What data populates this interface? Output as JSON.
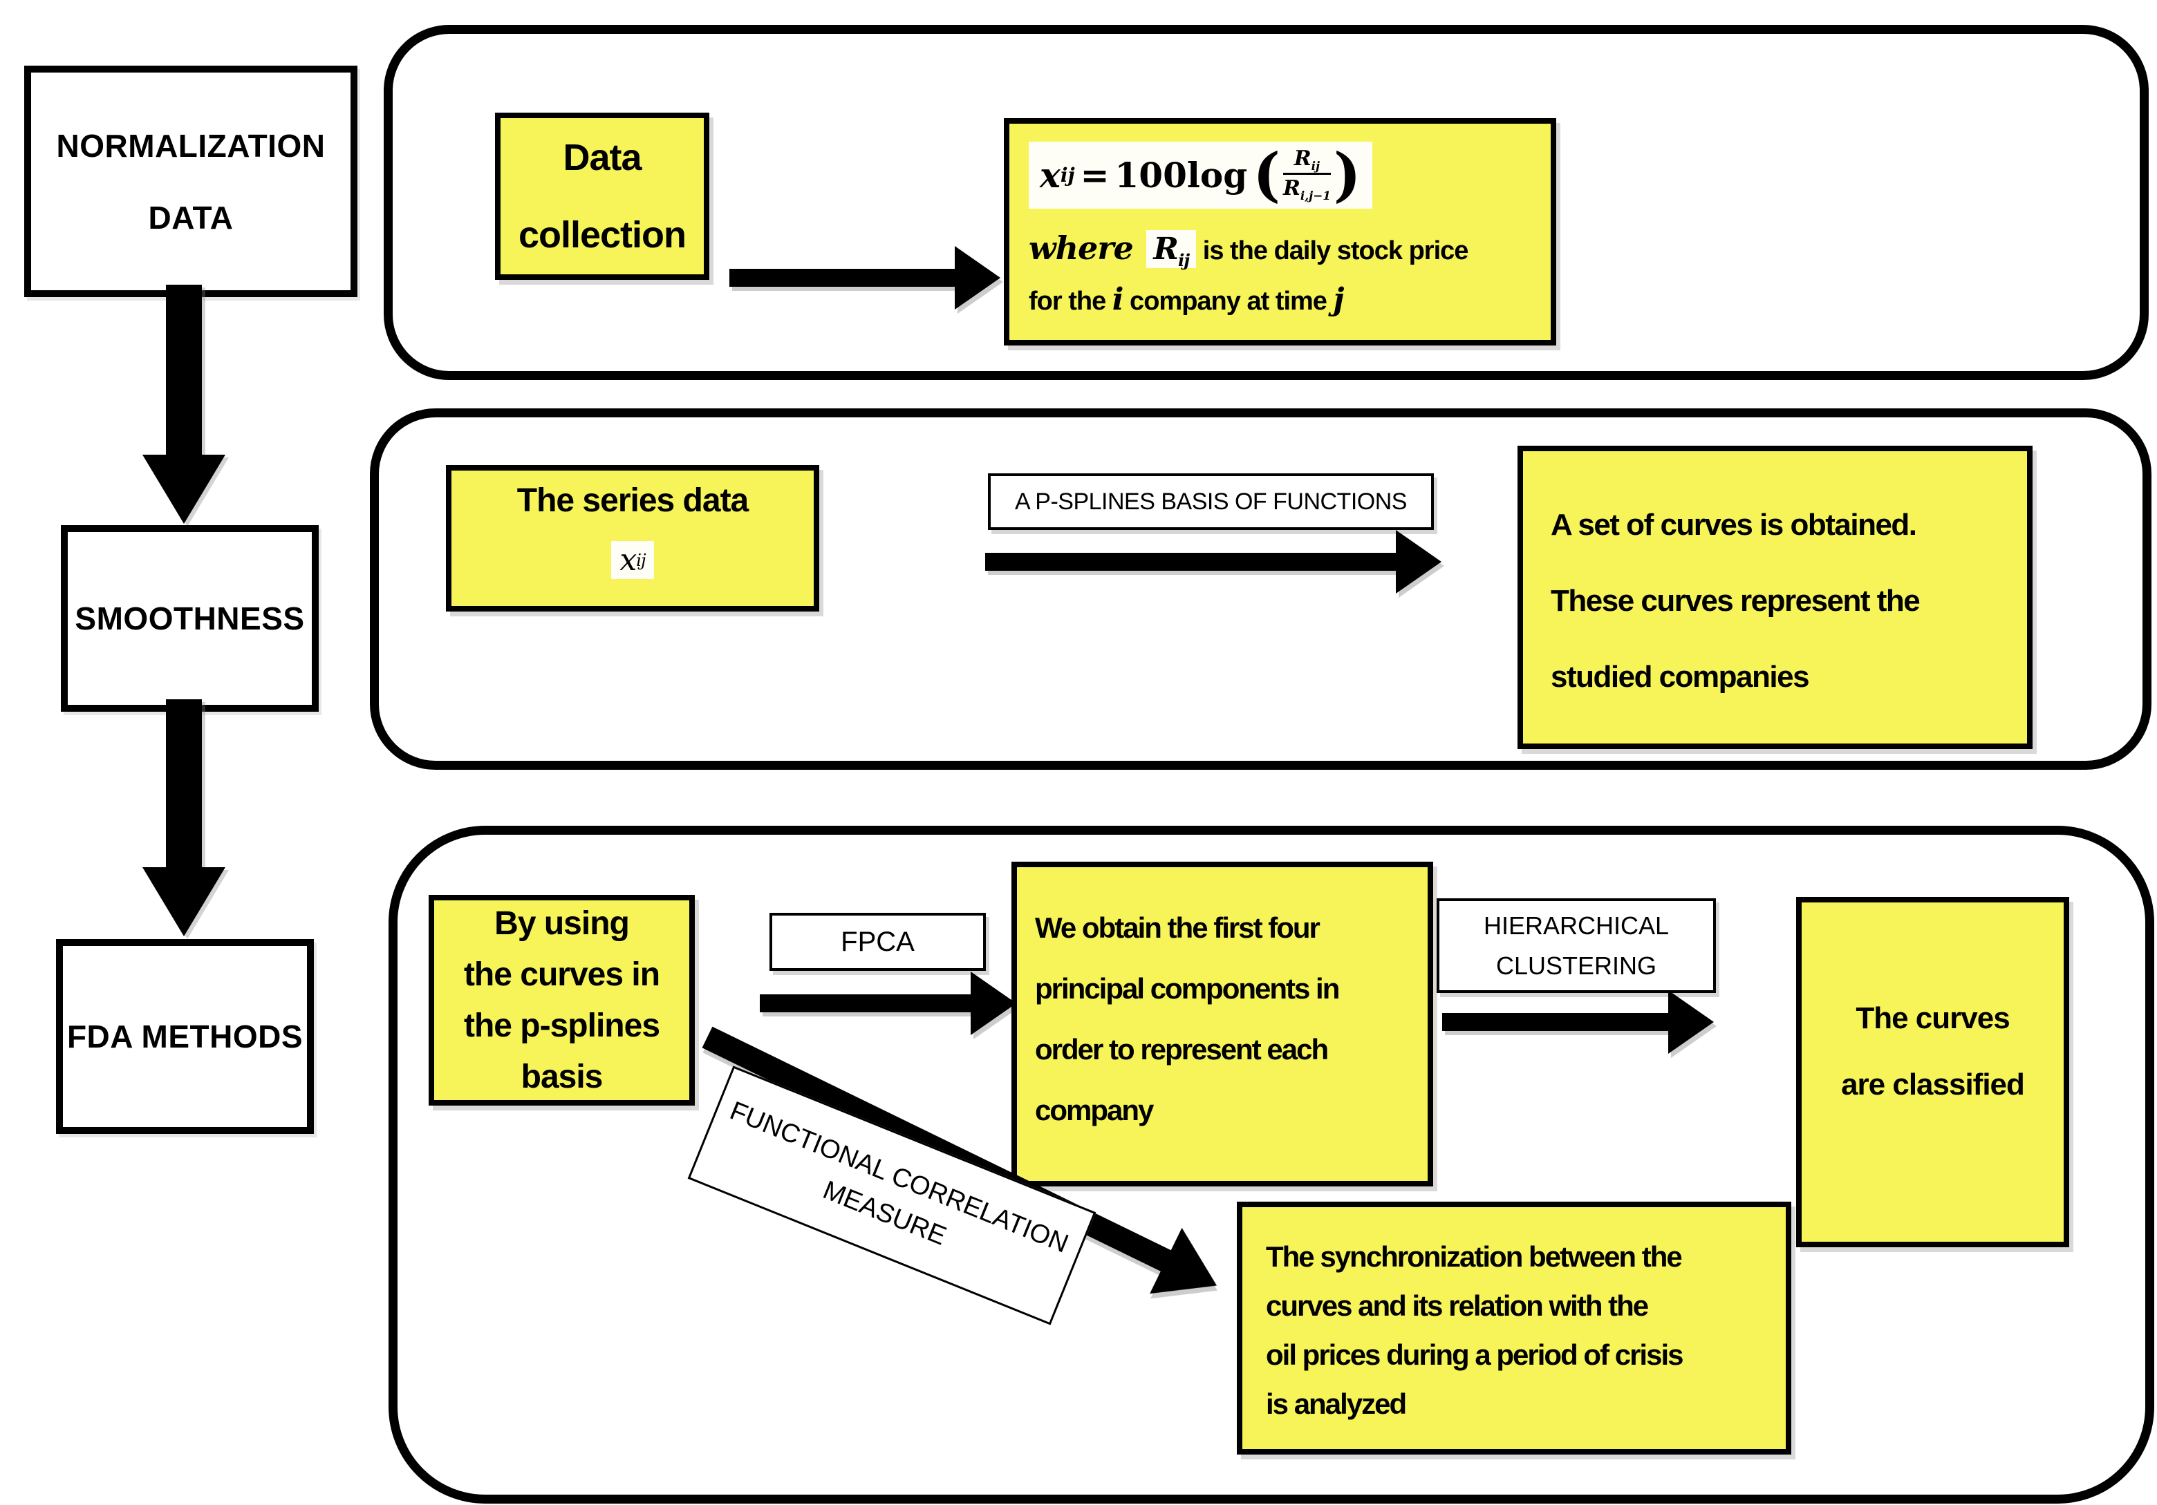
{
  "colors": {
    "highlight_yellow": "#f6f458",
    "line_black": "#000000",
    "background": "#ffffff"
  },
  "sidebar": {
    "normalization_line1": "NORMALIZATION",
    "normalization_line2": "DATA",
    "smoothness": "SMOOTHNESS",
    "fda": "FDA METHODS"
  },
  "stage_collection": {
    "box_line1": "Data",
    "box_line2": "collection",
    "formula": {
      "x": "x",
      "x_sub": "ij",
      "eq": "=",
      "coef": "100log",
      "paren_open": "(",
      "paren_close": ")",
      "num": "R",
      "num_sub": "ij",
      "den": "R",
      "den_sub": "i,j−1"
    },
    "where": {
      "word": "where",
      "R": "R",
      "R_sub": "ij",
      "rest": " is the daily stock price",
      "l2a": "for the ",
      "l2b": "i",
      "l2c": " company at time ",
      "l2d": "j"
    }
  },
  "stage_smooth": {
    "series_line1": "The series data",
    "series_math": "x",
    "series_math_sub": "ij",
    "arrow_label": "A P-SPLINES BASIS OF FUNCTIONS",
    "result_line1": "A set of curves is obtained.",
    "result_line2": "These curves represent the",
    "result_line3": "studied companies"
  },
  "stage_fda": {
    "input_lines": [
      "By using",
      "the curves in",
      "the p-splines",
      "basis"
    ],
    "fpca_label": "FPCA",
    "pc_lines": [
      "We obtain the first four",
      "principal components in",
      "order to represent each",
      "company"
    ],
    "hc_line1": "HIERARCHICAL",
    "hc_line2": "CLUSTERING",
    "classified_line1": "The curves",
    "classified_line2": "are classified",
    "fcm_line1": "FUNCTIONAL CORRELATION",
    "fcm_line2": "MEASURE",
    "sync_lines": [
      "The synchronization between the",
      "curves and its relation with the",
      "oil prices during a period of crisis",
      "is analyzed"
    ]
  }
}
